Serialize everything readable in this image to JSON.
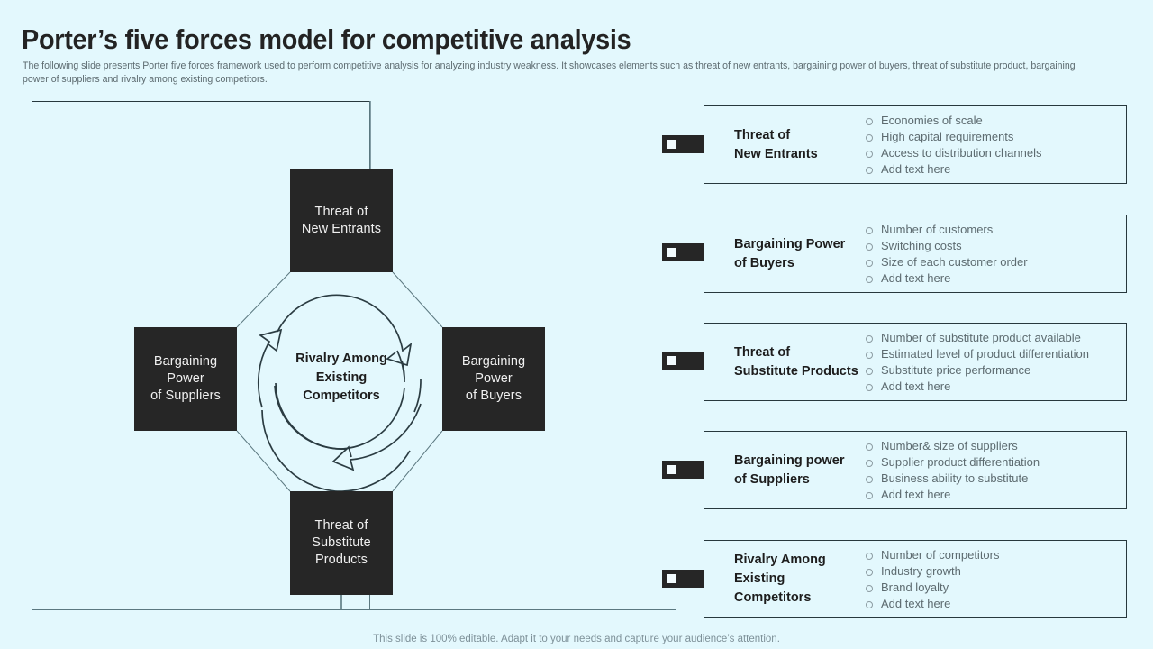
{
  "header": {
    "title": "Porter’s five forces model for competitive analysis",
    "subtitle": "The following slide presents Porter five forces framework used to perform competitive analysis for analyzing industry weakness. It showcases elements such as threat of new entrants, bargaining power of buyers, threat of substitute product, bargaining power of suppliers and rivalry among existing competitors."
  },
  "diagram": {
    "boxes": {
      "new_entrants": "Threat of\nNew Entrants",
      "suppliers": "Bargaining\nPower\nof Suppliers",
      "buyers": "Bargaining\nPower\nof Buyers",
      "substitute": "Threat of\nSubstitute\nProducts"
    },
    "center": "Rivalry Among\nExisting\nCompetitors"
  },
  "panels": [
    {
      "title": "Threat of\nNew Entrants",
      "items": [
        "Economies of scale",
        "High capital requirements",
        "Access to distribution channels",
        "Add text here"
      ]
    },
    {
      "title": "Bargaining Power\nof Buyers",
      "items": [
        "Number of customers",
        "Switching costs",
        "Size of each customer order",
        "Add text here"
      ]
    },
    {
      "title": "Threat of\nSubstitute Products",
      "items": [
        "Number of substitute product available",
        "Estimated level of product differentiation",
        "Substitute price performance",
        "Add text here"
      ]
    },
    {
      "title": "Bargaining power\nof Suppliers",
      "items": [
        "Number& size of suppliers",
        "Supplier product differentiation",
        "Business ability to substitute",
        "Add text here"
      ]
    },
    {
      "title": "Rivalry Among\nExisting Competitors",
      "items": [
        "Number of competitors",
        "Industry growth",
        "Brand loyalty",
        "Add text here"
      ]
    }
  ],
  "footer": "This slide is 100% editable. Adapt it to your needs and capture your audience’s attention.",
  "colors": {
    "background": "#e3f8fd",
    "box_fill": "#262626",
    "line": "#27383d",
    "body_text": "#5d6b70",
    "heading_text": "#232323"
  }
}
